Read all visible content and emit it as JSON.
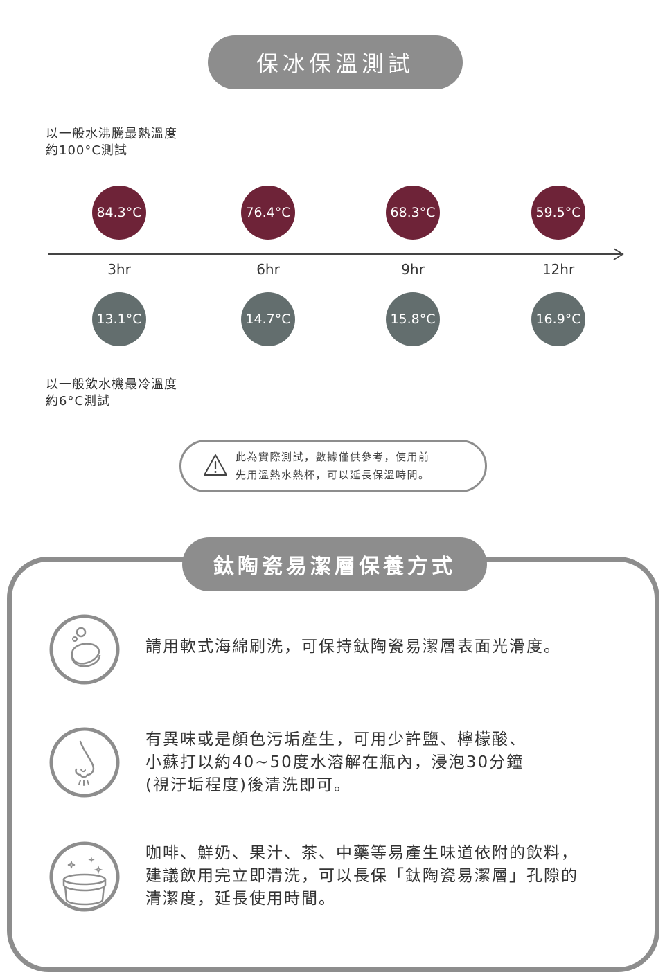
{
  "header": {
    "title": "保冰保溫測試"
  },
  "hot_note": {
    "line1": "以一般水沸騰最熱溫度",
    "line2": "約100°C測試"
  },
  "cold_note": {
    "line1": "以一般飲水機最冷溫度",
    "line2": "約6°C測試"
  },
  "timeline": {
    "ticks": [
      "3hr",
      "6hr",
      "9hr",
      "12hr"
    ],
    "hot_values": [
      "84.3°C",
      "76.4°C",
      "68.3°C",
      "59.5°C"
    ],
    "cold_values": [
      "13.1°C",
      "14.7°C",
      "15.8°C",
      "16.9°C"
    ]
  },
  "notice": {
    "line1": "此為實際測試，數據僅供參考，使用前",
    "line2": "先用溫熱水熱杯，可以延長保溫時間。",
    "icon": "warning-icon"
  },
  "care": {
    "title": "鈦陶瓷易潔層保養方式",
    "items": [
      {
        "icon": "sponge-icon",
        "lines": [
          "請用軟式海綿刷洗，可保持鈦陶瓷易潔層表面光滑度。"
        ]
      },
      {
        "icon": "nose-smell-icon",
        "lines": [
          "有異味或是顏色污垢產生，可用少許鹽、檸檬酸、",
          "小蘇打以約40~50度水溶解在瓶內，浸泡30分鐘",
          "(視汙垢程度)後清洗即可。"
        ]
      },
      {
        "icon": "clean-jar-icon",
        "lines": [
          "咖啡、鮮奶、果汁、茶、中藥等易產生味道依附的飲料，",
          "建議飲用完立即清洗，可以長保「鈦陶瓷易潔層」孔隙的",
          "清潔度，延長使用時間。"
        ]
      }
    ]
  },
  "colors": {
    "hot": "#6e2338",
    "cold": "#636e6e",
    "pill": "#8d8d8d"
  }
}
